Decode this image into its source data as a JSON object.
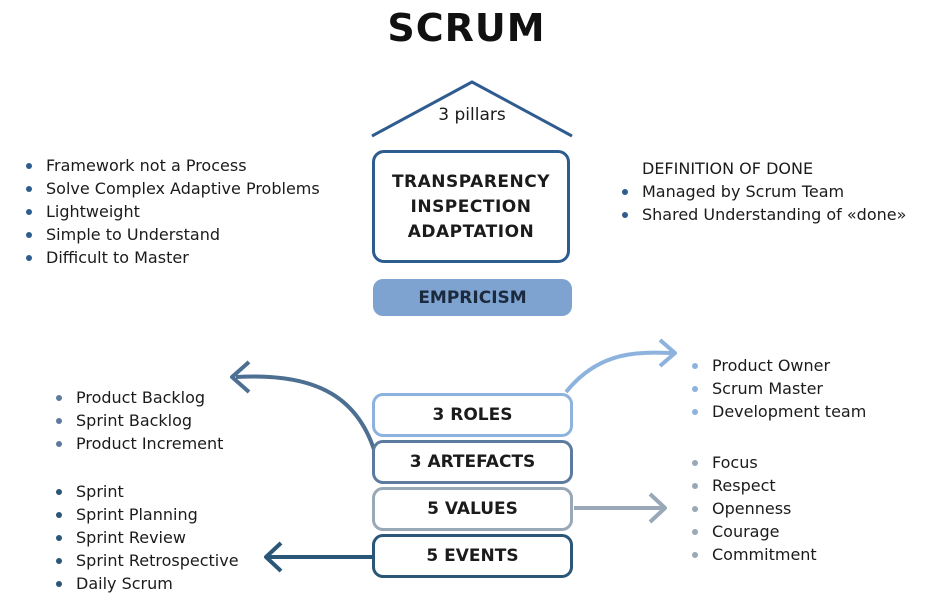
{
  "title": "SCRUM",
  "pillars": {
    "roof_label": "3 pillars",
    "items": [
      "TRANSPARENCY",
      "INSPECTION",
      "ADAPTATION"
    ],
    "base": "EMPRICISM"
  },
  "characteristics": [
    "Framework not a Process",
    "Solve Complex Adaptive Problems",
    "Lightweight",
    "Simple to Understand",
    "Difficult to Master"
  ],
  "definition_of_done": {
    "title": "DEFINITION OF DONE",
    "items": [
      "Managed by Scrum Team",
      "Shared Understanding of «done»"
    ]
  },
  "stack": {
    "roles": "3 ROLES",
    "artefacts": "3 ARTEFACTS",
    "values": "5 VALUES",
    "events": "5 EVENTS"
  },
  "artefacts": [
    "Product Backlog",
    "Sprint Backlog",
    "Product Increment"
  ],
  "events": [
    "Sprint",
    "Sprint Planning",
    "Sprint Review",
    "Sprint Retrospective",
    "Daily Scrum"
  ],
  "roles": [
    "Product Owner",
    "Scrum Master",
    "Development team"
  ],
  "values": [
    "Focus",
    "Respect",
    "Openness",
    "Courage",
    "Commitment"
  ],
  "colors": {
    "dark_blue": "#2f5c8f",
    "light_blue": "#8cb2dd",
    "gray": "#98a8b7",
    "empiricism_fill": "#7ea3d1"
  }
}
